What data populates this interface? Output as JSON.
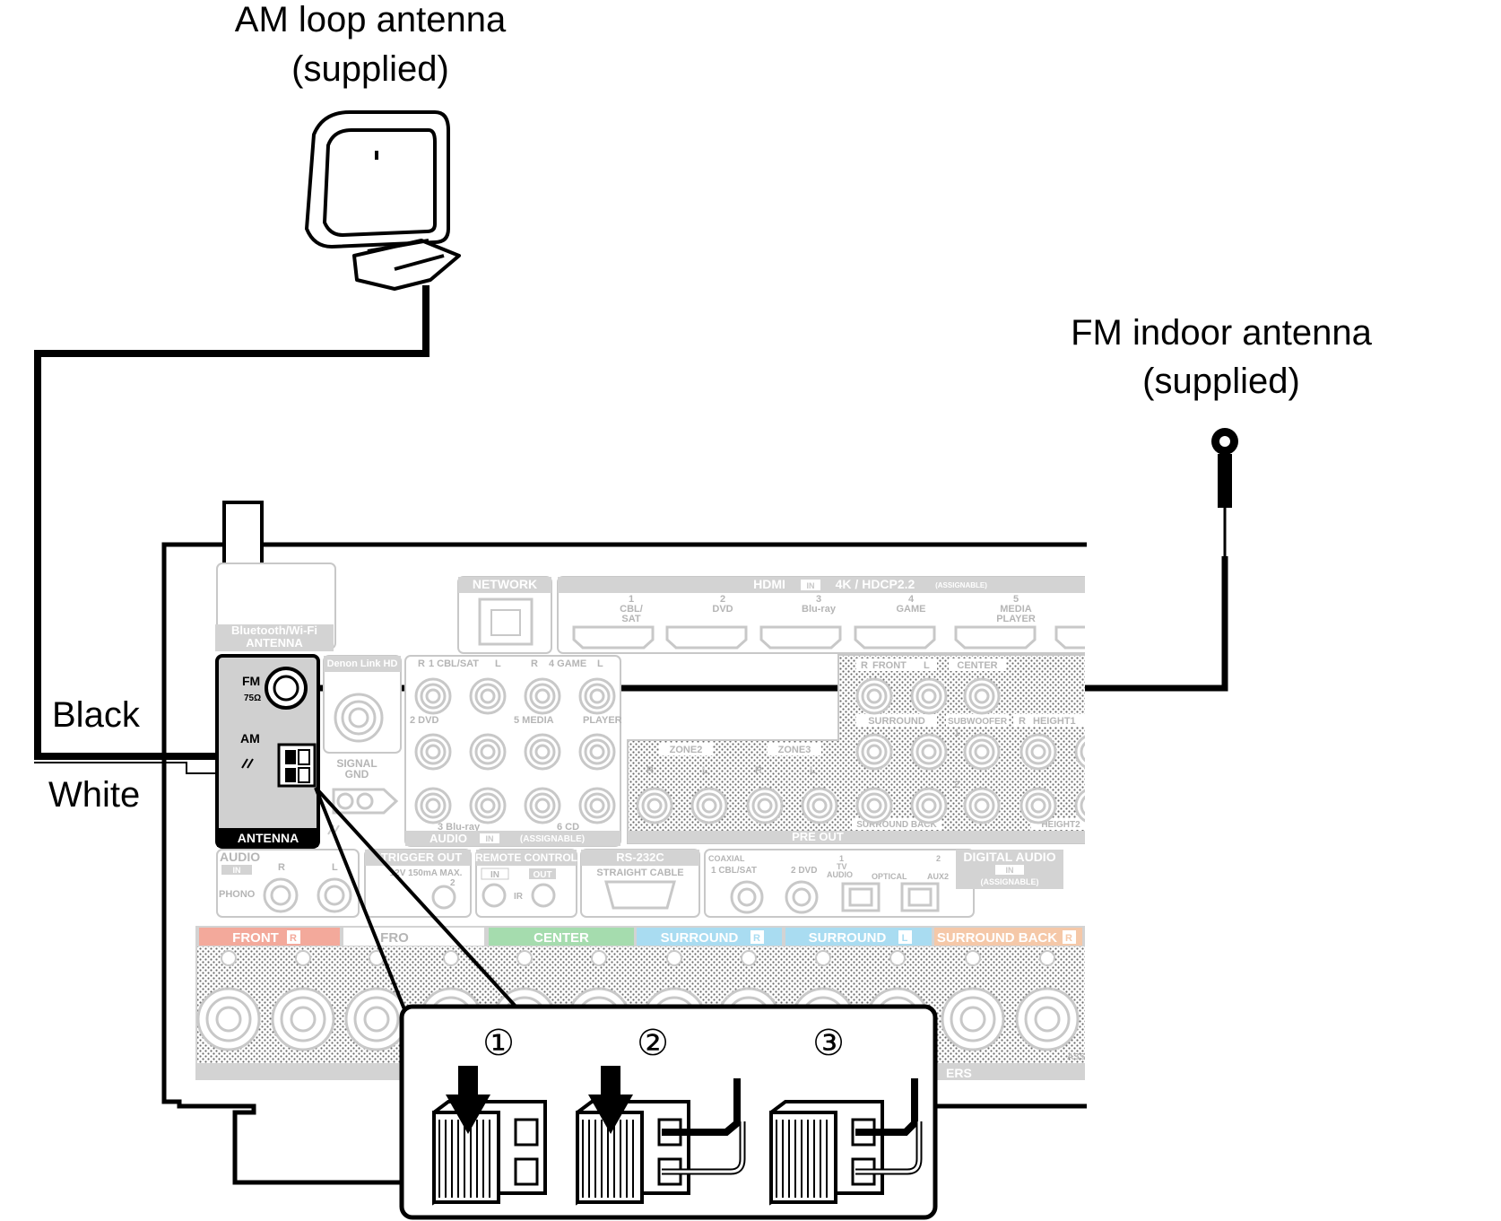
{
  "captions": {
    "am_antenna": [
      "AM loop antenna",
      "(supplied)"
    ],
    "fm_antenna": [
      "FM indoor antenna",
      "(supplied)"
    ],
    "wire_black": "Black",
    "wire_white": "White"
  },
  "panel": {
    "bt_antenna": [
      "Bluetooth/Wi-Fi",
      "ANTENNA"
    ],
    "network": "NETWORK",
    "hdmi": "HDMI",
    "hdmi_in": "IN",
    "hdmi_spec": "4K / HDCP2.2",
    "hdmi_assignable": "(ASSIGNABLE)",
    "hdmi_inputs": [
      [
        "1",
        "CBL/",
        "SAT"
      ],
      [
        "2",
        "DVD"
      ],
      [
        "3",
        "Blu-ray"
      ],
      [
        "4",
        "GAME"
      ],
      [
        "5",
        "MEDIA",
        "PLAYER"
      ]
    ],
    "denon_link": "Denon Link HD",
    "fm": "FM",
    "fm_ohm": "75Ω",
    "am": "AM",
    "antenna": "ANTENNA",
    "signal_gnd": [
      "SIGNAL",
      "GND"
    ],
    "audio_row1_left": "1 CBL/SAT",
    "audio_row1_right": "4 GAME",
    "audio_row2_left": "2 DVD",
    "audio_row2_mid": "5 MEDIA",
    "audio_row2_right": "PLAYER",
    "audio_row3_left": "3 Blu-ray",
    "audio_row3_right": "6 CD",
    "audio": "AUDIO",
    "audio_in": "IN",
    "audio_assignable": "(ASSIGNABLE)",
    "channel_r": "R",
    "channel_l": "L",
    "zone2": "ZONE2",
    "zone3": "ZONE3",
    "pre_front": "FRONT",
    "pre_center": "CENTER",
    "pre_surround": "SURROUND",
    "pre_subwoofer": "SUBWOOFER",
    "pre_height1": "HEIGHT1",
    "pre_surround_back": "SURROUND BACK",
    "pre_height2": "HEIGHT2",
    "pre_out": "PRE OUT",
    "sub_1": "1",
    "sub_2": "2",
    "phono_audio": "AUDIO",
    "phono_in": "IN",
    "phono": "PHONO",
    "trigger_out": "TRIGGER OUT",
    "trigger_spec": "12V 150mA MAX.",
    "trigger_2": "2",
    "remote_control": "REMOTE CONTROL",
    "remote_in": "IN",
    "remote_out": "OUT",
    "remote_ir": "IR",
    "rs232c": "RS-232C",
    "straight_cable": "STRAIGHT CABLE",
    "coaxial": "COAXIAL",
    "coax_1": "1 CBL/SAT",
    "coax_2": "2 DVD",
    "opt_1": "1",
    "opt_tv": "TV",
    "opt_audio": "AUDIO",
    "optical": "OPTICAL",
    "opt_2": "2",
    "aux2": "AUX2",
    "digital_audio": "DIGITAL AUDIO",
    "digital_in": "IN",
    "digital_assignable": "(ASSIGNABLE)",
    "spk_front_r": "FRONT",
    "spk_front_l": "FRO",
    "spk_center": "CENTER",
    "spk_surround_r": "SURROUND",
    "spk_surround_l": "SURROUND",
    "spk_surround_back_r": "SURROUND BACK",
    "spk_ers": "ERS",
    "spk_assign": "ASSIGNA"
  },
  "steps": [
    "①",
    "②",
    "③"
  ],
  "colors": {
    "front": "#f3a99b",
    "center": "#a5dcae",
    "surround": "#a9dcf1",
    "surround_back": "#f5c8a8",
    "panel_grey": "#d3d3d3"
  }
}
